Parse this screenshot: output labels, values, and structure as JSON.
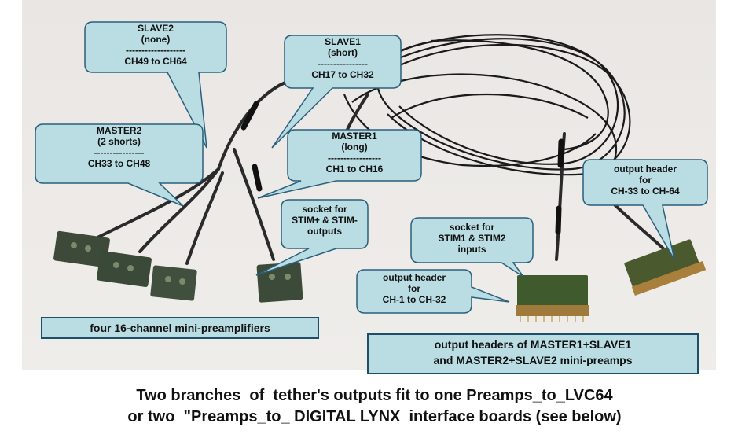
{
  "callouts": {
    "slave2": {
      "line1": "SLAVE2",
      "line2": "(none)",
      "divider": "-------------------",
      "line3": "CH49 to CH64"
    },
    "slave1": {
      "line1": "SLAVE1",
      "line2": "(short)",
      "divider": "----------------",
      "line3": "CH17 to CH32"
    },
    "master2": {
      "line1": "MASTER2",
      "line2": "(2 shorts)",
      "divider": "----------------",
      "line3": "CH33 to CH48"
    },
    "master1": {
      "line1": "MASTER1",
      "line2": "(long)",
      "divider": "-----------------",
      "line3": "CH1 to CH16"
    },
    "stim_socket": {
      "line1": "socket for",
      "line2": "STIM+ & STIM-",
      "line3": "outputs"
    },
    "stim_inputs": {
      "line1": "socket for",
      "line2": "STIM1 & STIM2",
      "line3": "inputs"
    },
    "header_low": {
      "line1": "output header",
      "line2": "for",
      "line3": "CH-1 to CH-32"
    },
    "header_high": {
      "line1": "output header",
      "line2": "for",
      "line3": "CH-33 to CH-64"
    }
  },
  "labels": {
    "preamps": "four 16-channel mini-preamplifiers",
    "headers_line1": "output headers of MASTER1+SLAVE1",
    "headers_line2": "and MASTER2+SLAVE2 mini-preamps"
  },
  "caption": {
    "line1": "Two branches  of  tether's outputs fit to one Preamps_to_LVC64",
    "line2": "or two  \"Preamps_to_ DIGITAL LYNX  interface boards (see below)"
  },
  "colors": {
    "callout_fill": "#b9dde3",
    "callout_stroke": "#2a5f7c",
    "label_border": "#1d4e6a",
    "cable": "#1a1a1a"
  }
}
